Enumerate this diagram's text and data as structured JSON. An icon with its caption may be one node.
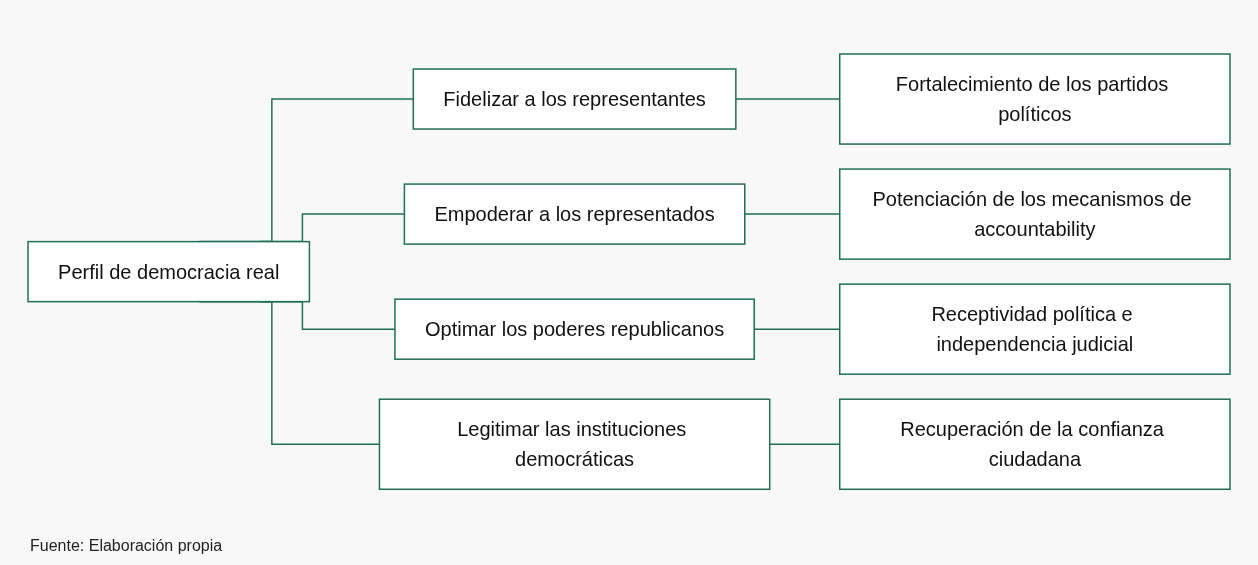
{
  "diagram": {
    "caption": "Fuente: Elaboración propia",
    "nodes": [
      {
        "text": [
          "Perfil de democracia real"
        ]
      },
      {
        "text": [
          "Fidelizar a los representantes"
        ]
      },
      {
        "text": [
          "Empoderar a los representados"
        ]
      },
      {
        "text": [
          "Optimar los poderes republicanos"
        ]
      },
      {
        "text": [
          "Legitimar las instituciones democráticas"
        ]
      },
      {
        "text": [
          "Fortalecimiento de los partidos políticos"
        ]
      },
      {
        "text": [
          "Potenciación de los mecanismos de accountability"
        ]
      },
      {
        "text": [
          "Receptividad política e independencia judicial"
        ]
      },
      {
        "text": [
          "Recuperación de la confianza ciudadana"
        ]
      }
    ],
    "edges": [
      {
        "from": 0,
        "to": 1,
        "arrow": "none"
      },
      {
        "from": 0,
        "to": 2,
        "arrow": "none"
      },
      {
        "from": 0,
        "to": 3,
        "arrow": "none"
      },
      {
        "from": 0,
        "to": 4,
        "arrow": "none"
      },
      {
        "from": 1,
        "to": 5,
        "arrow": "none"
      },
      {
        "from": 2,
        "to": 6,
        "arrow": "none"
      },
      {
        "from": 3,
        "to": 7,
        "arrow": "none"
      },
      {
        "from": 4,
        "to": 8,
        "arrow": "none"
      }
    ]
  }
}
